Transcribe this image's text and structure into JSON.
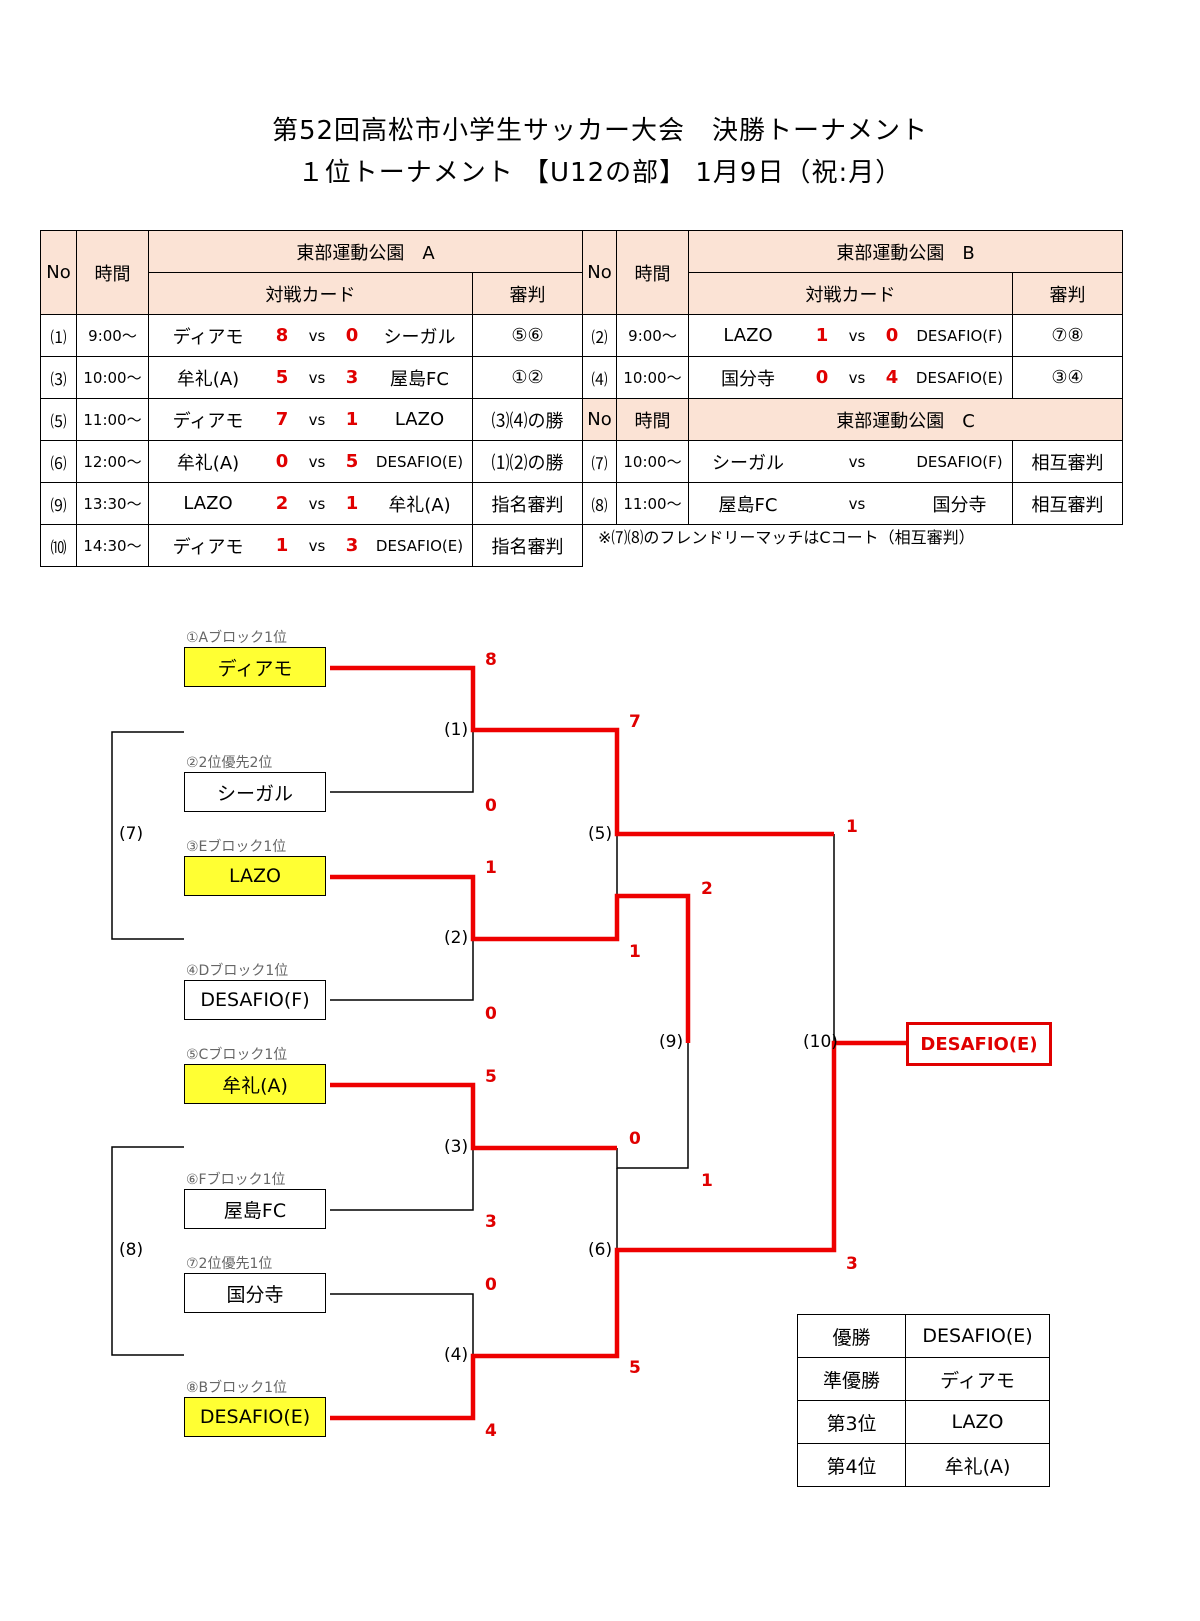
{
  "title": {
    "line1": "第52回高松市小学生サッカー大会　決勝トーナメント",
    "line2": "１位トーナメント 【U12の部】 1月9日（祝:月）"
  },
  "schedule_a": {
    "header_no": "No",
    "header_time": "時間",
    "venue": "東部運動公園　A",
    "header_card": "対戦カード",
    "header_ref": "審判",
    "rows": [
      {
        "no": "⑴",
        "time": "9:00～",
        "team1": "ディアモ",
        "score1": "8",
        "vs": "vs",
        "score2": "0",
        "team2": "シーガル",
        "ref": "⑤⑥"
      },
      {
        "no": "⑶",
        "time": "10:00～",
        "team1": "牟礼(A)",
        "score1": "5",
        "vs": "vs",
        "score2": "3",
        "team2": "屋島FC",
        "ref": "①②"
      },
      {
        "no": "⑸",
        "time": "11:00～",
        "team1": "ディアモ",
        "score1": "7",
        "vs": "vs",
        "score2": "1",
        "team2": "LAZO",
        "ref": "⑶⑷の勝"
      },
      {
        "no": "⑹",
        "time": "12:00～",
        "team1": "牟礼(A)",
        "score1": "0",
        "vs": "vs",
        "score2": "5",
        "team2": "DESAFIO(E)",
        "ref": "⑴⑵の勝"
      },
      {
        "no": "⑼",
        "time": "13:30～",
        "team1": "LAZO",
        "score1": "2",
        "vs": "vs",
        "score2": "1",
        "team2": "牟礼(A)",
        "ref": "指名審判"
      },
      {
        "no": "⑽",
        "time": "14:30～",
        "team1": "ディアモ",
        "score1": "1",
        "vs": "vs",
        "score2": "3",
        "team2": "DESAFIO(E)",
        "ref": "指名審判"
      }
    ]
  },
  "schedule_b": {
    "header_no": "No",
    "header_time": "時間",
    "venue": "東部運動公園　B",
    "header_card": "対戦カード",
    "header_ref": "審判",
    "rows": [
      {
        "no": "⑵",
        "time": "9:00～",
        "team1": "LAZO",
        "score1": "1",
        "vs": "vs",
        "score2": "0",
        "team2": "DESAFIO(F)",
        "ref": "⑦⑧"
      },
      {
        "no": "⑷",
        "time": "10:00～",
        "team1": "国分寺",
        "score1": "0",
        "vs": "vs",
        "score2": "4",
        "team2": "DESAFIO(E)",
        "ref": "③④"
      }
    ]
  },
  "schedule_c": {
    "header_no": "No",
    "header_time": "時間",
    "venue": "東部運動公園　C",
    "rows": [
      {
        "no": "⑺",
        "time": "10:00～",
        "team1": "シーガル",
        "vs": "vs",
        "team2": "DESAFIO(F)",
        "ref": "相互審判"
      },
      {
        "no": "⑻",
        "time": "11:00～",
        "team1": "屋島FC",
        "vs": "vs",
        "team2": "国分寺",
        "ref": "相互審判"
      }
    ],
    "note": "※⑺⑻のフレンドリーマッチはCコート（相互審判）"
  },
  "bracket": {
    "seeds": [
      {
        "seed": "①Aブロック1位",
        "team": "ディアモ"
      },
      {
        "seed": "②2位優先2位",
        "team": "シーガル"
      },
      {
        "seed": "③Eブロック1位",
        "team": "LAZO"
      },
      {
        "seed": "④Dブロック1位",
        "team": "DESAFIO(F)"
      },
      {
        "seed": "⑤Cブロック1位",
        "team": "牟礼(A)"
      },
      {
        "seed": "⑥Fブロック1位",
        "team": "屋島FC"
      },
      {
        "seed": "⑦2位優先1位",
        "team": "国分寺"
      },
      {
        "seed": "⑧Bブロック1位",
        "team": "DESAFIO(E)"
      }
    ],
    "match_labels": [
      "(1)",
      "(2)",
      "(3)",
      "(4)",
      "(5)",
      "(6)",
      "(9)",
      "(10)",
      "(7)",
      "(8)"
    ],
    "scores": [
      "8",
      "0",
      "1",
      "0",
      "5",
      "3",
      "0",
      "4",
      "7",
      "1",
      "0",
      "5",
      "2",
      "1",
      "1",
      "3"
    ],
    "champion": "DESAFIO(E)",
    "line_color": "#ee0000"
  },
  "ranking": [
    {
      "place": "優勝",
      "team": "DESAFIO(E)"
    },
    {
      "place": "準優勝",
      "team": "ディアモ"
    },
    {
      "place": "第3位",
      "team": "LAZO"
    },
    {
      "place": "第4位",
      "team": "牟礼(A)"
    }
  ]
}
